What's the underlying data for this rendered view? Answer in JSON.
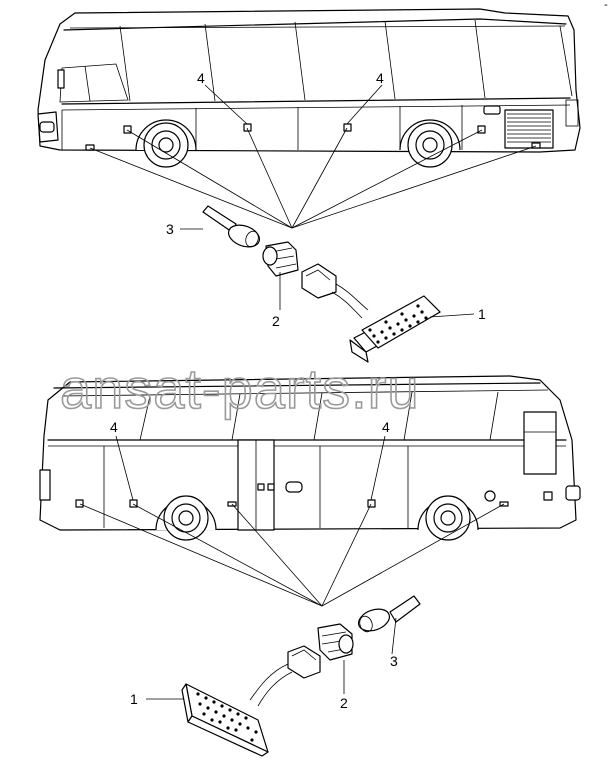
{
  "watermark": "ansat-parts.ru",
  "corner_mark": "-",
  "callouts": {
    "top_4_left": "4",
    "top_4_right": "4",
    "top_3": "3",
    "top_2": "2",
    "top_1": "1",
    "bottom_4_left": "4",
    "bottom_4_right": "4",
    "bottom_3": "3",
    "bottom_2": "2",
    "bottom_1": "1"
  }
}
